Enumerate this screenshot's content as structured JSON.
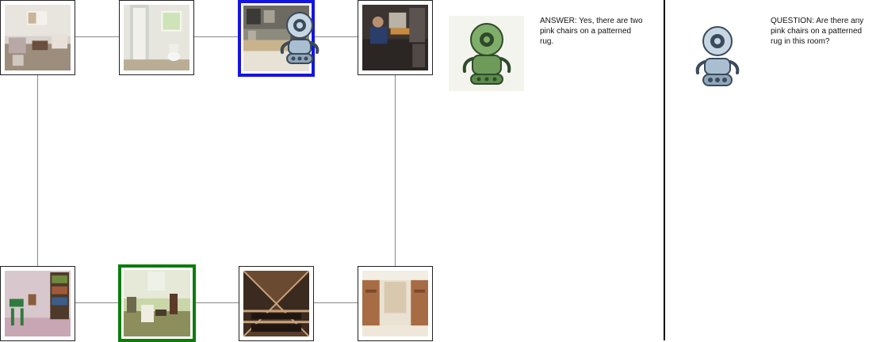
{
  "panel": {
    "answer": "ANSWER: Yes, there are two pink chairs on a patterned rug.",
    "question": "QUESTION: Are there any pink chairs on a patterned rug in this room?"
  },
  "graph": {
    "nodes": [
      {
        "id": "living-room",
        "scene": "living room",
        "state": "normal"
      },
      {
        "id": "bathroom",
        "scene": "bathroom",
        "state": "normal"
      },
      {
        "id": "lab-office",
        "scene": "lab office",
        "state": "current"
      },
      {
        "id": "workstation",
        "scene": "workstation",
        "state": "normal"
      },
      {
        "id": "craft-room",
        "scene": "craft room",
        "state": "normal"
      },
      {
        "id": "sitting-room",
        "scene": "sitting room",
        "state": "target"
      },
      {
        "id": "wine-cellar",
        "scene": "wine cellar",
        "state": "normal"
      },
      {
        "id": "closet",
        "scene": "closet",
        "state": "normal"
      }
    ],
    "colors": {
      "current": "#1515e0",
      "target": "#0b7d0b",
      "edge": "#888888"
    }
  }
}
